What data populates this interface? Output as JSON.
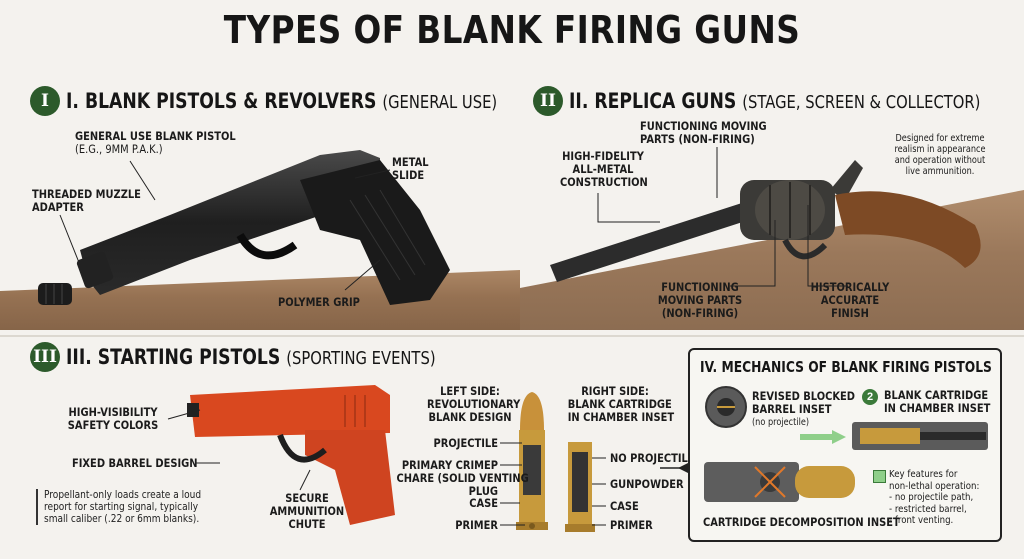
{
  "title": "TYPES OF BLANK FIRING GUNS",
  "sections": {
    "s1": {
      "badge": "I",
      "heading": "I. BLANK PISTOLS & REVOLVERS",
      "sub": "(GENERAL USE)"
    },
    "s2": {
      "badge": "II",
      "heading": "II. REPLICA GUNS",
      "sub": "(STAGE, SCREEN & COLLECTOR)"
    },
    "s3": {
      "badge": "III",
      "heading": "III. STARTING PISTOLS",
      "sub": "(SPORTING EVENTS)"
    },
    "s4": {
      "heading": "IV. MECHANICS OF BLANK FIRING PISTOLS"
    }
  },
  "s1_labels": {
    "general_use": "GENERAL USE BLANK PISTOL",
    "general_use_sub": "(E.G., 9MM P.A.K.)",
    "metal_slide_1": "METAL",
    "metal_slide_2": "SLIDE",
    "muzzle_1": "THREADED MUZZLE",
    "muzzle_2": "ADAPTER",
    "grip": "POLYMER GRIP"
  },
  "s2_labels": {
    "construction_1": "HIGH-FIDELITY",
    "construction_2": "ALL-METAL",
    "construction_3": "CONSTRUCTION",
    "moving_top_1": "FUNCTIONING MOVING",
    "moving_top_2": "PARTS (NON-FIRING)",
    "description_1": "Designed for extreme",
    "description_2": "realism in appearance",
    "description_3": "and operation without",
    "description_4": "live ammunition.",
    "moving_bottom_1": "FUNCTIONING",
    "moving_bottom_2": "MOVING PARTS",
    "moving_bottom_3": "(NON-FIRING)",
    "finish_1": "HISTORICALLY",
    "finish_2": "ACCURATE",
    "finish_3": "FINISH"
  },
  "s3_labels": {
    "colors_1": "HIGH-VISIBILITY",
    "colors_2": "SAFETY COLORS",
    "barrel": "FIXED BARREL DESIGN",
    "chute_1": "SECURE",
    "chute_2": "AMMUNITION",
    "chute_3": "CHUTE",
    "note_1": "Propellant-only loads create a loud",
    "note_2": "report for starting signal, typically",
    "note_3": "small caliber (.22 or 6mm blanks)."
  },
  "cartridges": {
    "left_1": "LEFT SIDE:",
    "left_2": "REVOLUTIONARY",
    "left_3": "BLANK DESIGN",
    "right_1": "RIGHT SIDE:",
    "right_2": "BLANK CARTRIDGE",
    "right_3": "IN CHAMBER INSET",
    "projectile": "PROJECTILE",
    "crimp_1": "PRIMARY CRIMEP",
    "crimp_2": "CHARE (SOLID VENTING",
    "crimp_3": "PLUG",
    "case_left": "CASE",
    "primer_left": "PRIMER",
    "no_projectile": "NO PROJECTILE",
    "gunpowder": "GUNPOWDER",
    "case_right": "CASE",
    "primer_right": "PRIMER"
  },
  "mechanics": {
    "revised_1": "REVISED BLOCKED",
    "revised_2": "BARREL INSET",
    "revised_3": "(no projectile)",
    "step2_num": "2",
    "chamber_1": "BLANK CARTRIDGE",
    "chamber_2": "IN CHAMBER INSET",
    "decomp": "CARTRIDGE DECOMPOSITION INSET",
    "key_1": "Key features for",
    "key_2": "non-lethal operation:",
    "key_3": "- no projectile path,",
    "key_4": "- restricted barrel,",
    "key_5": "- front venting."
  },
  "colors": {
    "badge_green": "#2c5a2b",
    "starter_red": "#d9481f",
    "brass": "#c79a3c",
    "key_green": "#8fcf8a"
  }
}
